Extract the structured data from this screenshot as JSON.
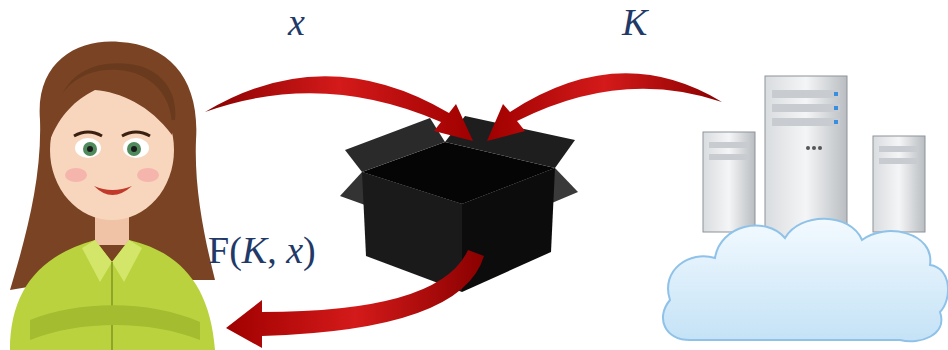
{
  "diagram": {
    "labels": [
      "x",
      "K",
      "F(K, x)"
    ]
  }
}
